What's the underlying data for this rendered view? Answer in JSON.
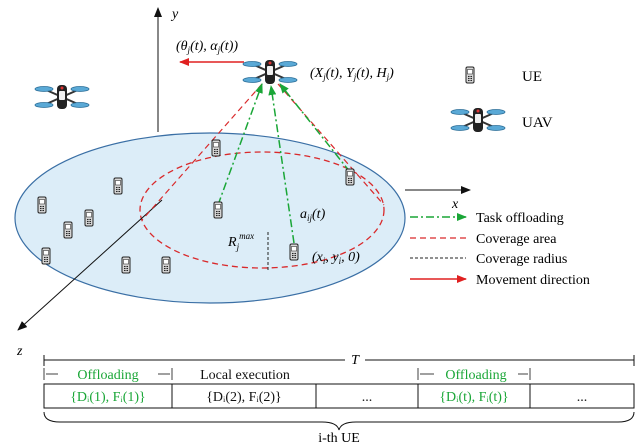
{
  "axes": {
    "x_label": "x",
    "y_label": "y",
    "z_label": "z"
  },
  "uav_labels": {
    "direction_label": "(θⱼ(t), αⱼ(t))",
    "position_label": "(Xⱼ(t), Yⱼ(t), Hⱼ)",
    "coverage_radius_label": "Rⱼᵐᵃˣ",
    "distance_label": "aᵢⱼ(t)",
    "ue_position_label": "(xᵢ, yᵢ, 0)"
  },
  "key": {
    "ue": "UE",
    "uav": "UAV"
  },
  "legend": [
    {
      "label": "Task offloading",
      "color": "#1aa637",
      "style": "long-dash"
    },
    {
      "label": "Coverage area",
      "color": "#d9292b",
      "style": "dash"
    },
    {
      "label": "Coverage radius",
      "color": "#222222",
      "style": "short-dash"
    },
    {
      "label": "Movement direction",
      "color": "#e02020",
      "style": "solid-arrow"
    }
  ],
  "timeline": {
    "total_label": "T",
    "segments": [
      {
        "top": "Offloading",
        "bottom": "{Dᵢ(1), Fᵢ(1)}",
        "color": "#1aa637"
      },
      {
        "top": "Local execution",
        "bottom": "{Dᵢ(2), Fᵢ(2)}",
        "color": "#111111"
      },
      {
        "top": "",
        "bottom": "...",
        "color": "#111111"
      },
      {
        "top": "Offloading",
        "bottom": "{Dᵢ(t), Fᵢ(t)}",
        "color": "#1aa637"
      },
      {
        "top": "",
        "bottom": "...",
        "color": "#111111"
      }
    ],
    "row_label": "i-th UE"
  },
  "colors": {
    "ellipse_fill": "#dcedf8",
    "ellipse_stroke": "#3a6fa5",
    "offload_green": "#1aa637",
    "coverage_red": "#d9292b",
    "arrow_red": "#e02020"
  }
}
